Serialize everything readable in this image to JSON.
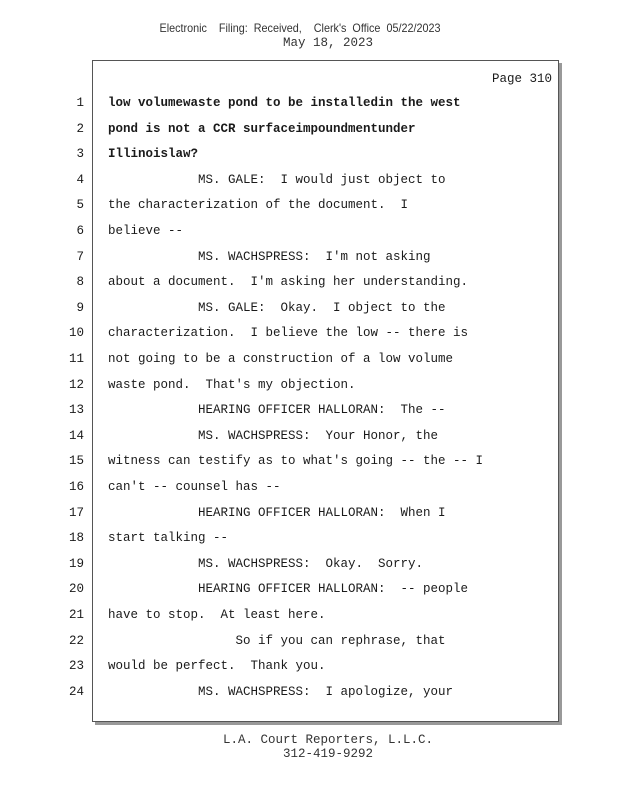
{
  "filing_header": "Electronic    Filing:  Received,    Clerk's  Office  05/22/2023",
  "header_date": "May 18, 2023",
  "page_label": "Page 310",
  "lines": [
    {
      "n": "1",
      "text": "low volumewaste pond to be installedin the west",
      "bold": true
    },
    {
      "n": "2",
      "text": "pond is not a CCR surfaceimpoundmentunder",
      "bold": true
    },
    {
      "n": "3",
      "text": "Illinoislaw?",
      "bold": true
    },
    {
      "n": "4",
      "text": "            MS. GALE:  I would just object to"
    },
    {
      "n": "5",
      "text": "the characterization of the document.  I"
    },
    {
      "n": "6",
      "text": "believe --"
    },
    {
      "n": "7",
      "text": "            MS. WACHSPRESS:  I'm not asking"
    },
    {
      "n": "8",
      "text": "about a document.  I'm asking her understanding."
    },
    {
      "n": "9",
      "text": "            MS. GALE:  Okay.  I object to the"
    },
    {
      "n": "10",
      "text": "characterization.  I believe the low -- there is"
    },
    {
      "n": "11",
      "text": "not going to be a construction of a low volume"
    },
    {
      "n": "12",
      "text": "waste pond.  That's my objection."
    },
    {
      "n": "13",
      "text": "            HEARING OFFICER HALLORAN:  The --"
    },
    {
      "n": "14",
      "text": "            MS. WACHSPRESS:  Your Honor, the"
    },
    {
      "n": "15",
      "text": "witness can testify as to what's going -- the -- I"
    },
    {
      "n": "16",
      "text": "can't -- counsel has --"
    },
    {
      "n": "17",
      "text": "            HEARING OFFICER HALLORAN:  When I"
    },
    {
      "n": "18",
      "text": "start talking --"
    },
    {
      "n": "19",
      "text": "            MS. WACHSPRESS:  Okay.  Sorry."
    },
    {
      "n": "20",
      "text": "            HEARING OFFICER HALLORAN:  -- people"
    },
    {
      "n": "21",
      "text": "have to stop.  At least here."
    },
    {
      "n": "22",
      "text": "                 So if you can rephrase, that"
    },
    {
      "n": "23",
      "text": "would be perfect.  Thank you."
    },
    {
      "n": "24",
      "text": "            MS. WACHSPRESS:  I apologize, your"
    }
  ],
  "footer": {
    "company": "L.A. Court Reporters, L.L.C.",
    "phone": "312-419-9292"
  }
}
